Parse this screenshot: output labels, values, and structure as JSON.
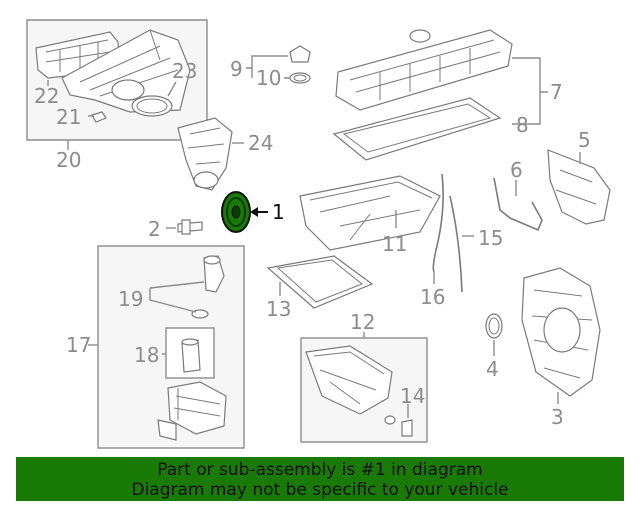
{
  "callouts": {
    "c1": "1",
    "c2": "2",
    "c3": "3",
    "c4": "4",
    "c5": "5",
    "c6": "6",
    "c7": "7",
    "c8": "8",
    "c9": "9",
    "c10": "10",
    "c11": "11",
    "c12": "12",
    "c13": "13",
    "c14": "14",
    "c15": "15",
    "c16": "16",
    "c17": "17",
    "c18": "18",
    "c19": "19",
    "c20": "20",
    "c21": "21",
    "c22": "22",
    "c23": "23",
    "c24": "24"
  },
  "highlight": {
    "part": "1",
    "color": "#1a7a06"
  },
  "banner": {
    "line1": "Part or sub-assembly is #1 in diagram",
    "line2": "Diagram may not be specific to your vehicle",
    "color": "#1a7a06"
  }
}
